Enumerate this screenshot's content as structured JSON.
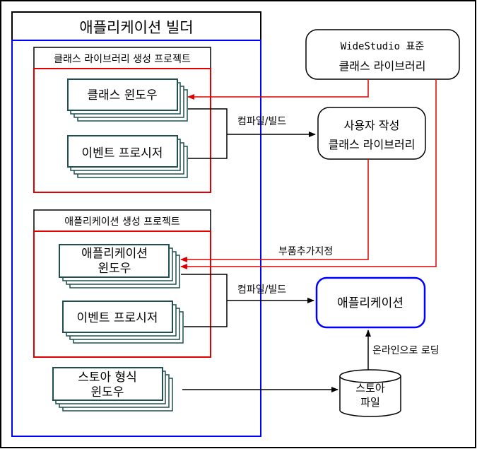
{
  "builder": {
    "title": "애플리케이션 빌더"
  },
  "class_library_project": {
    "title": "클래스 라이브러리 생성 프로젝트",
    "class_window": "클래스 윈도우",
    "event_procedure": "이벤트 프로시저"
  },
  "application_project": {
    "title": "애플리케이션 생성 프로젝트",
    "app_window_line1": "애플리케이션",
    "app_window_line2": "윈도우",
    "event_procedure": "이벤트 프로시저"
  },
  "store_window": {
    "line1": "스토아 형식",
    "line2": "윈도우"
  },
  "widestudio_lib": {
    "line1": "WideStudio 표준",
    "line2": "클래스 라이브러리"
  },
  "user_lib": {
    "line1": "사용자 작성",
    "line2": "클래스 라이브러리"
  },
  "application": {
    "label": "애플리케이션"
  },
  "store_file": {
    "line1": "스토아",
    "line2": "파일"
  },
  "labels": {
    "compile_build_1": "컴파일/빌드",
    "compile_build_2": "컴파일/빌드",
    "component_add": "부품추가지정",
    "online_loading": "온라인으로 로딩"
  },
  "colors": {
    "black": "#000000",
    "red": "#e00000",
    "blue": "#0000ff",
    "window_border": "#1f4f4f"
  }
}
